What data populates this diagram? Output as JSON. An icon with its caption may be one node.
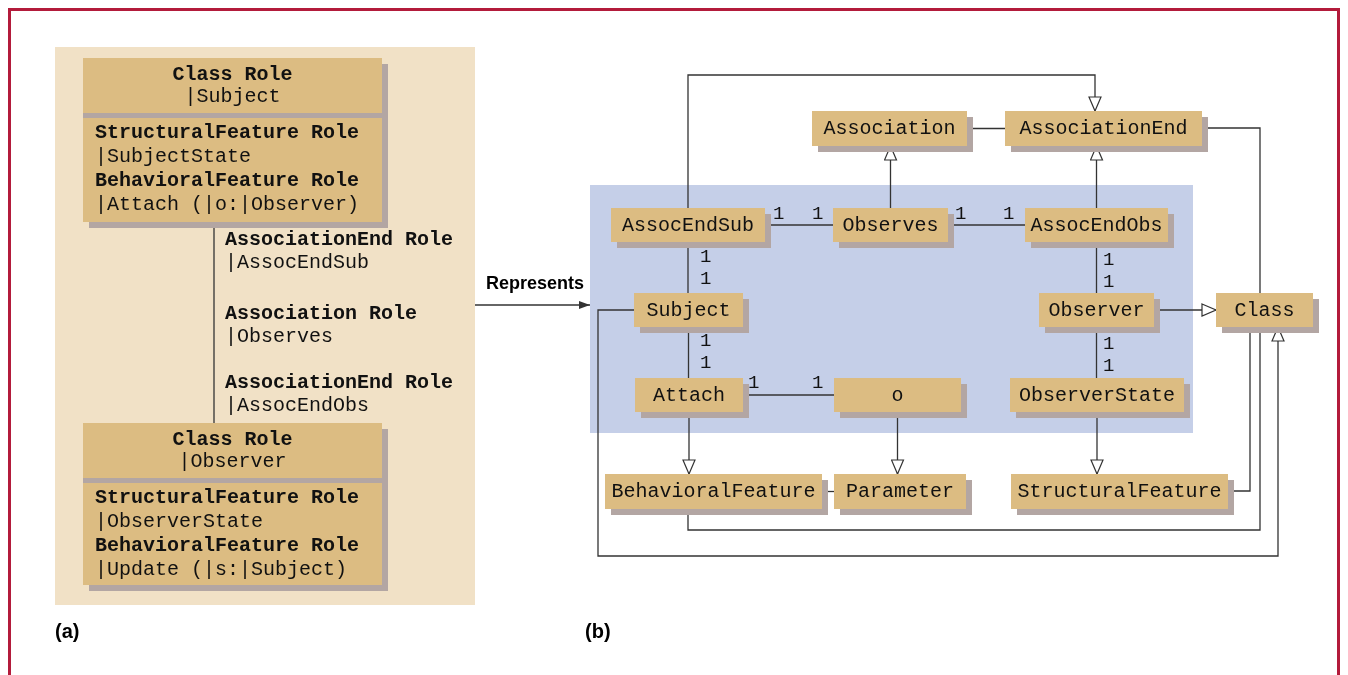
{
  "diagram": {
    "nodes": [
      {
        "text": [],
        "shape": "box"
      },
      {
        "text": [
          "Class Role",
          "|Subject",
          "StructuralFeature Role",
          "|SubjectState",
          "BehavioralFeature Role",
          "|Attach (|o:|Observer)"
        ],
        "in": 0
      },
      {
        "text": [
          "Class Role",
          "|Observer",
          "StructuralFeature Role",
          "|ObserverState",
          "BehavioralFeature Role",
          "|Update (|s:|Subject)"
        ],
        "in": 0
      },
      {
        "text": [],
        "shape": "box"
      },
      {
        "text": [
          "Association"
        ]
      },
      {
        "text": [
          "AssociationEnd"
        ]
      },
      {
        "text": [
          "AssocEndSub"
        ],
        "in": 3
      },
      {
        "text": [
          "Observes"
        ],
        "in": 3
      },
      {
        "text": [
          "AssocEndObs"
        ],
        "in": 3
      },
      {
        "text": [
          "Subject"
        ],
        "in": 3
      },
      {
        "text": [
          "Observer"
        ],
        "in": 3
      },
      {
        "text": [
          "Class"
        ]
      },
      {
        "text": [
          "Attach"
        ],
        "in": 3
      },
      {
        "text": [
          "o"
        ],
        "in": 3
      },
      {
        "text": [
          "ObserverState"
        ],
        "in": 3
      },
      {
        "text": [
          "BehavioralFeature"
        ]
      },
      {
        "text": [
          "Parameter"
        ]
      },
      {
        "text": [
          "StructuralFeature"
        ]
      }
    ],
    "edges": [
      {
        "from": 1,
        "to": 2,
        "arrow": "none"
      },
      {
        "from": 0,
        "to": 3,
        "arrow": "to",
        "label": "Represents"
      },
      {
        "from": 6,
        "to": 5,
        "arrow": "to"
      },
      {
        "from": 4,
        "to": 5,
        "arrow": "none"
      },
      {
        "from": 5,
        "to": 11,
        "arrow": "none"
      },
      {
        "from": 7,
        "to": 4,
        "arrow": "to"
      },
      {
        "from": 8,
        "to": 5,
        "arrow": "to"
      },
      {
        "from": 6,
        "to": 7,
        "arrow": "none"
      },
      {
        "from": 7,
        "to": 8,
        "arrow": "none"
      },
      {
        "from": 6,
        "to": 9,
        "arrow": "none"
      },
      {
        "from": 8,
        "to": 10,
        "arrow": "none"
      },
      {
        "from": 10,
        "to": 11,
        "arrow": "to"
      },
      {
        "from": 9,
        "to": 12,
        "arrow": "none"
      },
      {
        "from": 10,
        "to": 14,
        "arrow": "none"
      },
      {
        "from": 12,
        "to": 13,
        "arrow": "none"
      },
      {
        "from": 12,
        "to": 15,
        "arrow": "to"
      },
      {
        "from": 13,
        "to": 16,
        "arrow": "to"
      },
      {
        "from": 14,
        "to": 17,
        "arrow": "to"
      },
      {
        "from": 15,
        "to": 16,
        "arrow": "none"
      },
      {
        "from": 17,
        "to": 11,
        "arrow": "none"
      },
      {
        "from": 15,
        "to": 11,
        "arrow": "none"
      },
      {
        "from": 9,
        "to": 11,
        "arrow": "to"
      }
    ],
    "labels": [
      "AssociationEnd Role",
      "|AssocEndSub",
      "Association Role",
      "|Observes",
      "AssociationEnd Role",
      "|AssocEndObs",
      "1",
      "1",
      "1",
      "1",
      "1",
      "1",
      "1",
      "1",
      "1",
      "1",
      "1",
      "1",
      "1",
      "1",
      "(a)",
      "(b)"
    ]
  }
}
